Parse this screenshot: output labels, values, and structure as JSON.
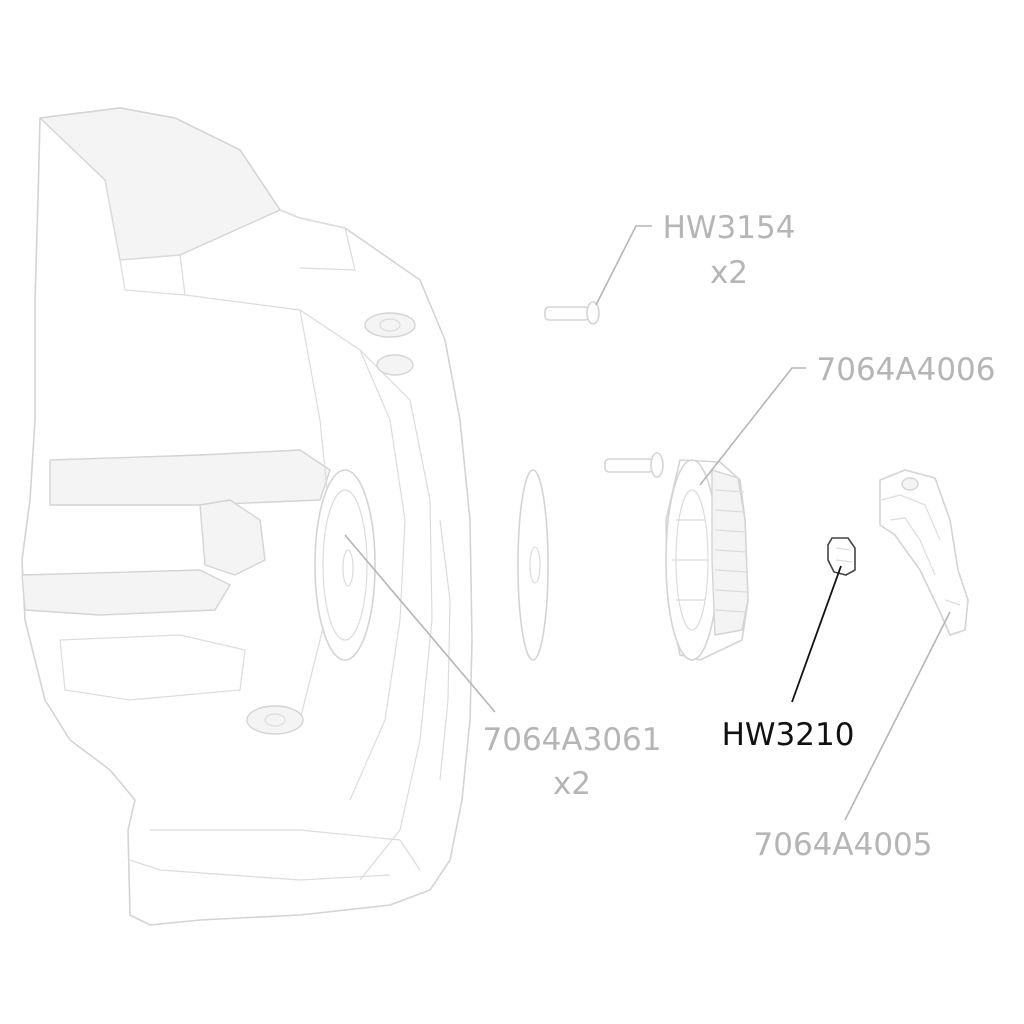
{
  "callouts": {
    "hw3154": {
      "part": "HW3154",
      "qty": "x2"
    },
    "a4006": {
      "part": "7064A4006"
    },
    "a3061": {
      "part": "7064A3061",
      "qty": "x2"
    },
    "hw3210": {
      "part": "HW3210"
    },
    "a4005": {
      "part": "7064A4005"
    }
  },
  "colors": {
    "muted_label": "#b5b5b5",
    "highlighted_label": "#111111",
    "line_art": "#d4d4d4"
  }
}
